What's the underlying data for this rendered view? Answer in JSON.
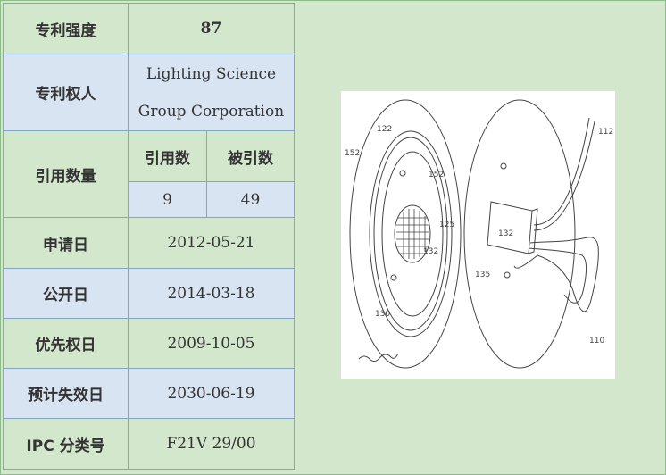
{
  "labels": {
    "strength": "专利强度",
    "assignee": "专利权人",
    "citations": "引用数量",
    "cited_count": "引用数",
    "cited_by_count": "被引数",
    "application_date": "申请日",
    "publication_date": "公开日",
    "priority_date": "优先权日",
    "expiry_date": "预计失效日",
    "ipc": "IPC  分类号"
  },
  "values": {
    "strength": "87",
    "assignee_line1": "Lighting Science",
    "assignee_line2": "Group Corporation",
    "cited": "9",
    "cited_by": "49",
    "application_date": "2012-05-21",
    "publication_date": "2014-03-18",
    "priority_date": "2009-10-05",
    "expiry_date": "2030-06-19",
    "ipc": "F21V 29/00"
  },
  "drawing": {
    "ref_labels": [
      "122",
      "152",
      "125",
      "132",
      "130",
      "112",
      "132",
      "135",
      "152",
      "110"
    ]
  }
}
